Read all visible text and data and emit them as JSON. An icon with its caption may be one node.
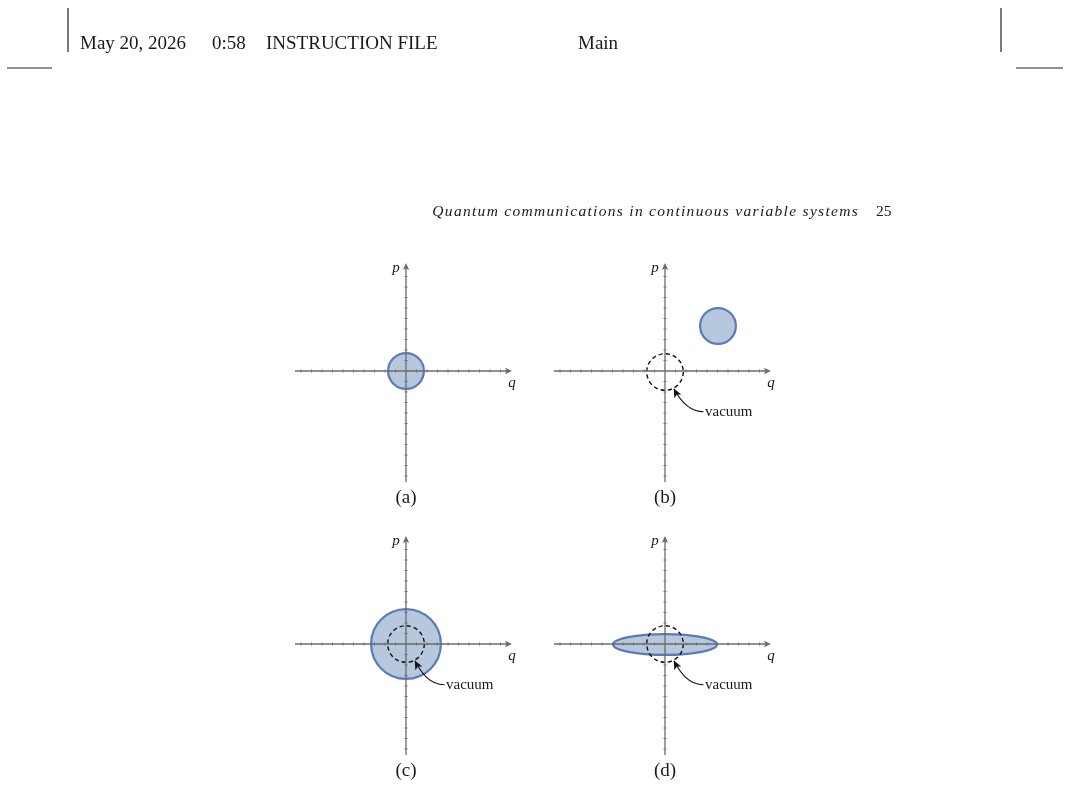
{
  "diagram": {
    "nodes": [
      {
        "text": [],
        "shape": "circle"
      },
      {
        "text": [],
        "shape": "circle"
      },
      {
        "text": [],
        "shape": "circle"
      },
      {
        "text": [
          "vacuum"
        ]
      },
      {
        "text": [],
        "shape": "circle"
      },
      {
        "text": [],
        "shape": "circle",
        "in": 4
      },
      {
        "text": [
          "vacuum"
        ]
      },
      {
        "text": [],
        "shape": "ellipse"
      },
      {
        "text": [],
        "shape": "circle"
      },
      {
        "text": [
          "vacuum"
        ]
      }
    ],
    "edges": [
      {
        "from": 3,
        "to": 2,
        "arrow": "to"
      },
      {
        "from": 6,
        "to": 5,
        "arrow": "to"
      },
      {
        "from": 9,
        "to": 8,
        "arrow": "to"
      }
    ],
    "labels": [
      "May 20, 2026",
      "0:58",
      "INSTRUCTION FILE",
      "Main",
      "Quantum communications in continuous variable systems",
      "25",
      "p",
      "q",
      "(a)",
      "p",
      "q",
      "(b)",
      "p",
      "q",
      "(c)",
      "p",
      "q",
      "(d)"
    ]
  }
}
